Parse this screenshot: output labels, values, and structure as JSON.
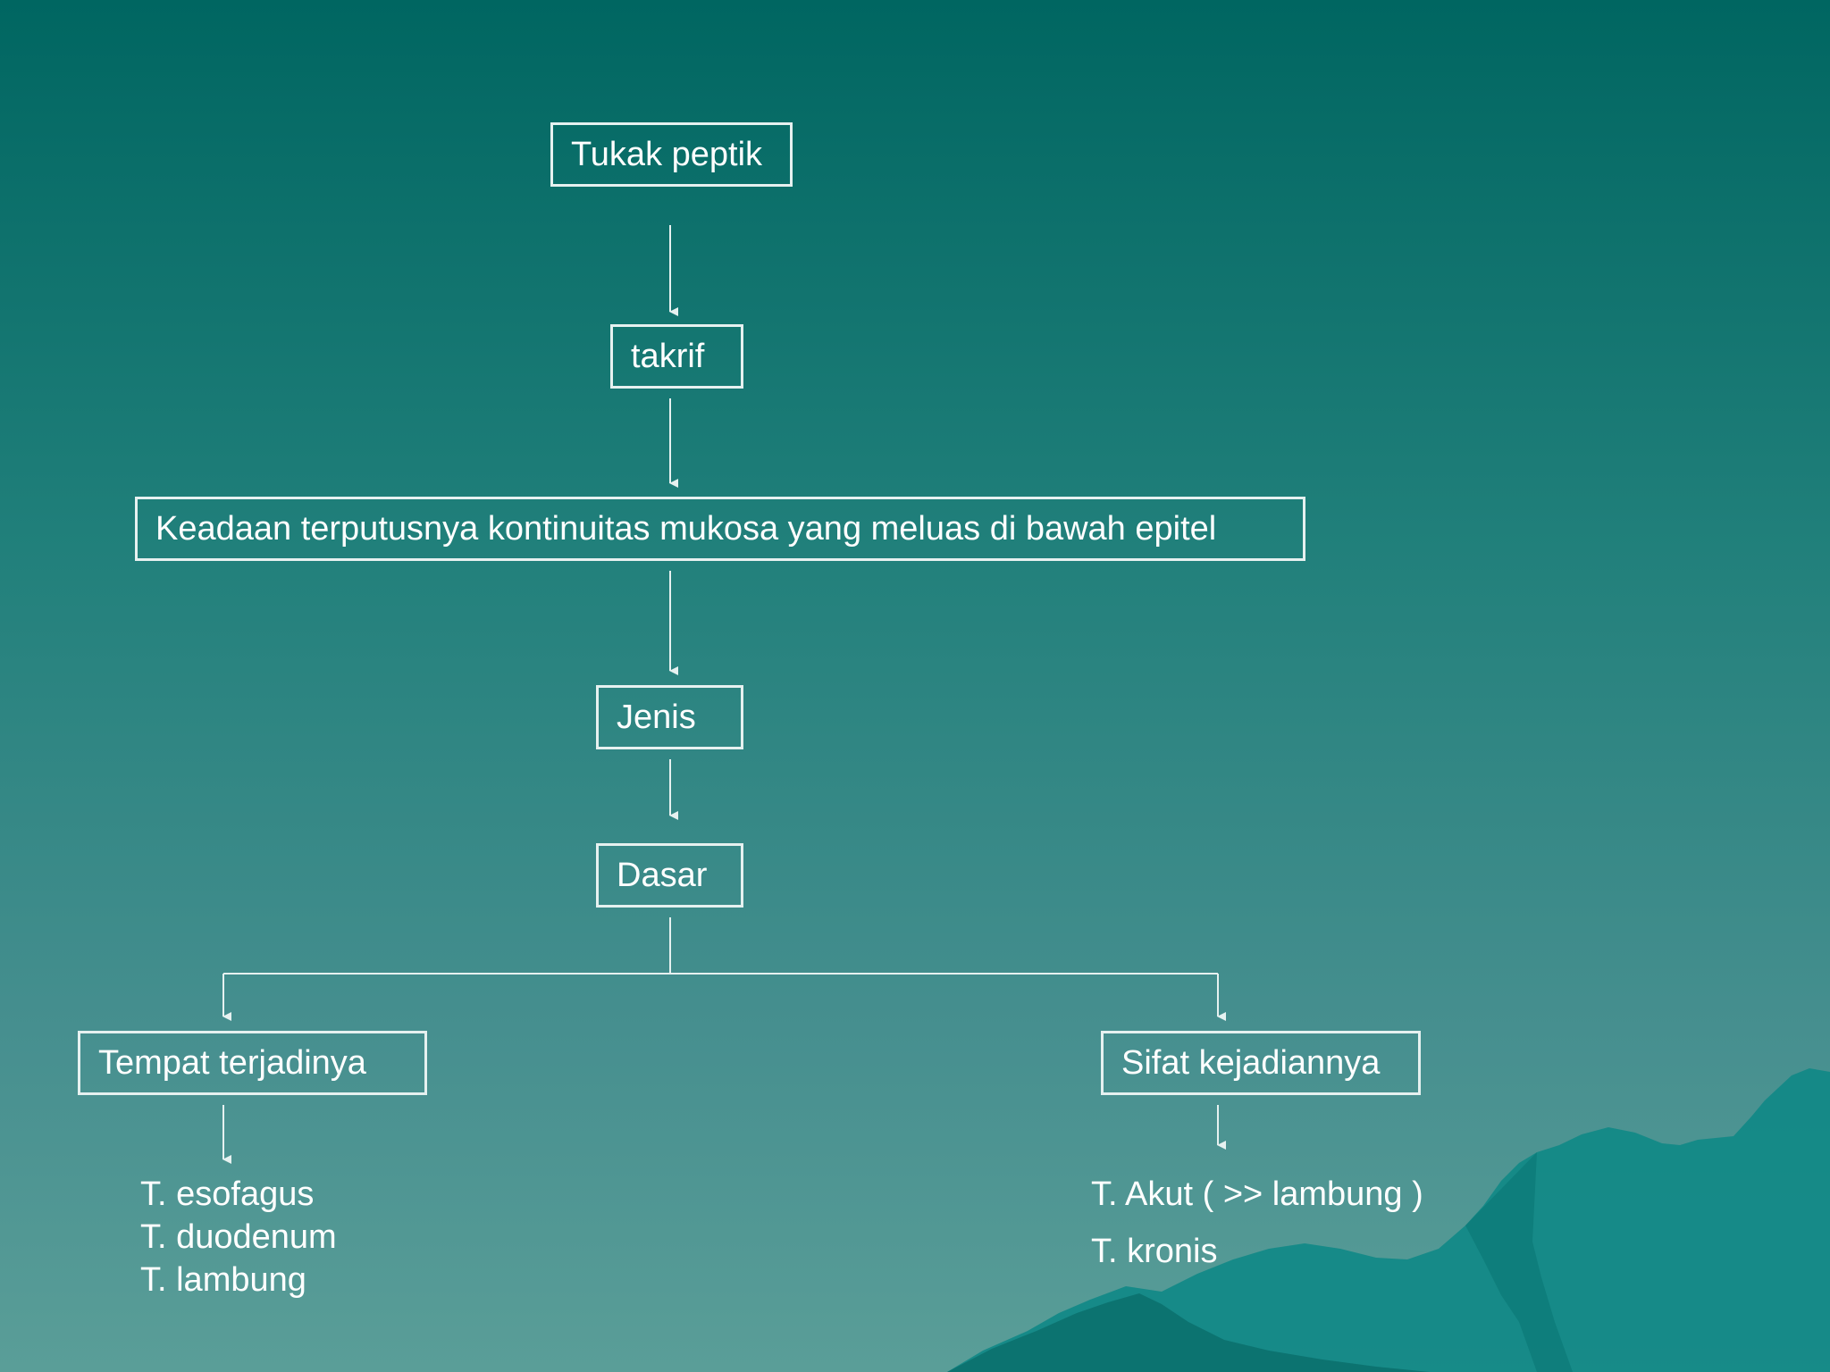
{
  "colors": {
    "background_top": "#006661",
    "background_bottom": "#5a9e98",
    "box_border": "#e6f1f0",
    "connector": "#e6f1f0",
    "text": "#ffffff",
    "mountain": "#0f8886"
  },
  "diagram": {
    "root": "Tukak peptik",
    "definition_label": "takrif",
    "definition_text": "Keadaan terputusnya kontinuitas mukosa yang meluas di bawah epitel",
    "types_label": "Jenis",
    "basis_label": "Dasar",
    "left_branch": {
      "label": "Tempat terjadinya",
      "items": [
        "T. esofagus",
        "T. duodenum",
        "T. lambung"
      ]
    },
    "right_branch": {
      "label": "Sifat kejadiannya",
      "items": [
        "T. Akut ( >> lambung )",
        "T. kronis"
      ]
    }
  }
}
